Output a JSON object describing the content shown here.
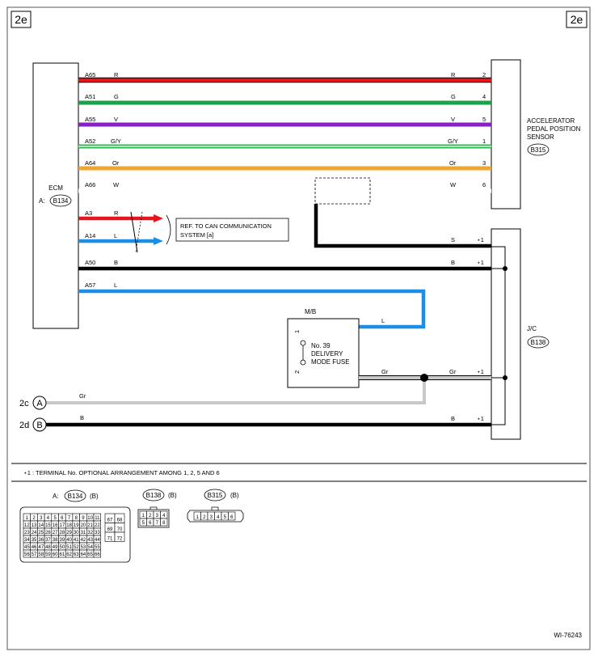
{
  "page_tag_left": "2e",
  "page_tag_right": "2e",
  "ecm": {
    "label": "ECM",
    "prefix": "A:",
    "connector": "B134"
  },
  "sensor": {
    "label_line1": "ACCELERATOR",
    "label_line2": "PEDAL POSITION",
    "label_line3": "SENSOR",
    "connector": "B315"
  },
  "jc": {
    "label": "J/C",
    "connector": "B138"
  },
  "mb": {
    "label": "M/B",
    "fuse_line1": "No. 39",
    "fuse_line2": "DELIVERY",
    "fuse_line3": "MODE FUSE",
    "pin1": "1",
    "pin2": "2"
  },
  "can_ref": {
    "line1": "REF. TO CAN COMMUNICATION",
    "line2": "SYSTEM  [a]"
  },
  "wires": [
    {
      "pin": "A65",
      "color_code": "R",
      "sensor_pin": "2",
      "right_code": "R",
      "hex": "#e8141c"
    },
    {
      "pin": "A51",
      "color_code": "G",
      "sensor_pin": "4",
      "right_code": "G",
      "hex": "#1aa34a"
    },
    {
      "pin": "A55",
      "color_code": "V",
      "sensor_pin": "5",
      "right_code": "V",
      "hex": "#8a1fc9"
    },
    {
      "pin": "A52",
      "color_code": "G/Y",
      "sensor_pin": "1",
      "right_code": "G/Y",
      "hex": "#2db84d"
    },
    {
      "pin": "A64",
      "color_code": "Or",
      "sensor_pin": "3",
      "right_code": "Or",
      "hex": "#f0a531"
    },
    {
      "pin": "A66",
      "color_code": "W",
      "sensor_pin": "6",
      "right_code": "W",
      "hex": "#ffffff"
    },
    {
      "pin": "A3",
      "color_code": "R",
      "hex": "#e8141c"
    },
    {
      "pin": "A14",
      "color_code": "L",
      "hex": "#1b8fe8"
    },
    {
      "pin": "A50",
      "color_code": "B",
      "right_code": "B",
      "star": "⋆1",
      "hex": "#000000"
    },
    {
      "pin": "A57",
      "color_code": "L",
      "hex": "#1b8fe8"
    }
  ],
  "shield": {
    "right_code": "S",
    "star": "⋆1"
  },
  "mb_wires": {
    "top_code": "L",
    "bottom_code": "Gr",
    "jc_code": "Gr",
    "jc_star": "⋆1"
  },
  "ref_2c": {
    "page": "2c",
    "letter": "A",
    "code": "Gr"
  },
  "ref_2d": {
    "page": "2d",
    "letter": "B",
    "code": "B",
    "right_code": "B",
    "star": "⋆1"
  },
  "footnote": "⋆1   : TERMINAL No. OPTIONAL ARRANGEMENT AMONG 1, 2, 5 AND 6",
  "connectors": {
    "a": {
      "prefix": "A:",
      "name": "B134",
      "suffix": "(B)",
      "rows": [
        [
          "1",
          "2",
          "3",
          "4",
          "5",
          "6",
          "7",
          "8",
          "9",
          "10",
          "11"
        ],
        [
          "12",
          "13",
          "14",
          "15",
          "16",
          "17",
          "18",
          "19",
          "20",
          "21",
          "22"
        ],
        [
          "23",
          "24",
          "25",
          "26",
          "27",
          "28",
          "29",
          "30",
          "31",
          "32",
          "33"
        ],
        [
          "34",
          "35",
          "36",
          "37",
          "38",
          "39",
          "40",
          "41",
          "42",
          "43",
          "44"
        ],
        [
          "45",
          "46",
          "47",
          "48",
          "49",
          "50",
          "51",
          "52",
          "53",
          "54",
          "55"
        ],
        [
          "56",
          "57",
          "58",
          "59",
          "60",
          "61",
          "62",
          "63",
          "64",
          "65",
          "66"
        ]
      ],
      "side": [
        [
          "67",
          "68"
        ],
        [
          "69",
          "70"
        ],
        [
          "71",
          "72"
        ]
      ]
    },
    "b": {
      "name": "B138",
      "suffix": "(B)",
      "rows": [
        [
          "1",
          "2",
          "3",
          "4"
        ],
        [
          "5",
          "6",
          "7",
          "8"
        ]
      ]
    },
    "c": {
      "name": "B315",
      "suffix": "(B)",
      "pins": [
        "1",
        "2",
        "3",
        "4",
        "5",
        "6"
      ]
    }
  },
  "figure_code": "WI-76243"
}
